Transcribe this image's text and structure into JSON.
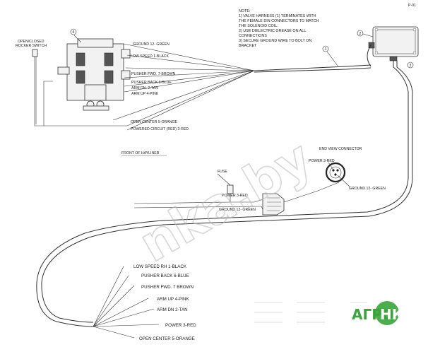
{
  "page_number": "P-01",
  "notes": [
    "NOTE:",
    "1) VALVE HARNESS (1) TERMINATES WITH",
    "THE FEMALE DIN CONNECTORS TO MATCH",
    "THE SOLENOID COIL.",
    "2) USE DIELECTRIC GREASE ON ALL",
    "CONNECTIONS",
    "3) SECURE GROUND WIRE TO BOLT ON",
    "BRACKET"
  ],
  "callouts": [
    "4",
    "2",
    "1",
    "3"
  ],
  "switch_label": [
    "OPEN/CLOSED",
    "ROCKER SWITCH"
  ],
  "valve_wires": [
    "GROUND 12- GREEN",
    "LOW SPEED 1-BLACK",
    "PUSHER FWD. 7-BROWN",
    "PUSHER BACK  6-BLUE",
    "ARM DN. 2-TAN",
    "ARM UP 4-PINK",
    "OPEN CENTER 5-ORANGE",
    "POWERED CIRCUIT (RED) 3-RED"
  ],
  "front_label": "FRONT OF HAYLINER",
  "fuse_label": "FUSE",
  "fuse_wires": [
    "POWER 3-RED",
    "GROUND 12- GREEN"
  ],
  "connector_view_title": "END VIEW CONNECTOR",
  "connector_wires": [
    "POWER 3-RED",
    "GROUND 12- GREEN"
  ],
  "harness_wires": [
    "LOW SPEED RH 1-BLACK",
    "PUSHER BACK 6-BLUE",
    "PUSHER FWD. 7 BROWN",
    "ARM UP 4-PINK",
    "ARM DN 2-TAN",
    "POWER 3-RED",
    "OPEN CENTER 5-ORANGE"
  ],
  "watermark": "nka.by",
  "logo": {
    "part1": "АГРО",
    "part2": "НКА",
    "color": "#3aa33a"
  }
}
